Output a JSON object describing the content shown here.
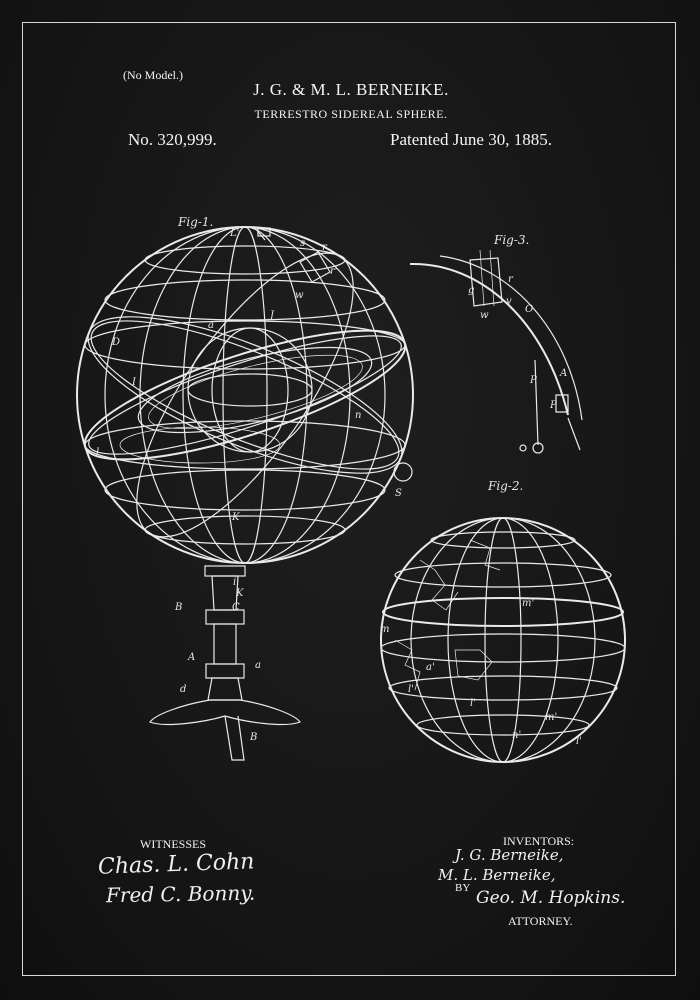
{
  "header": {
    "model_note": "(No Model.)",
    "inventors": "J. G. & M. L. BERNEIKE.",
    "title": "TERRESTRO SIDEREAL SPHERE.",
    "patent_number": "No. 320,999.",
    "patent_date": "Patented June 30, 1885."
  },
  "figures": {
    "fig1": "Fig-1.",
    "fig2": "Fig-2.",
    "fig3": "Fig-3."
  },
  "footer": {
    "witnesses_label": "WITNESSES",
    "witness_1": "Chas. L. Cohn",
    "witness_2": "Fred C. Bonny.",
    "inventors_label": "INVENTORS:",
    "inventor_1": "J. G. Berneike,",
    "inventor_2": "M. L. Berneike,",
    "by_label": "BY",
    "attorney_signature": "Geo. M. Hopkins.",
    "attorney_label": "ATTORNEY."
  },
  "style": {
    "background": "#141414",
    "ink": "#f2f2f2"
  }
}
